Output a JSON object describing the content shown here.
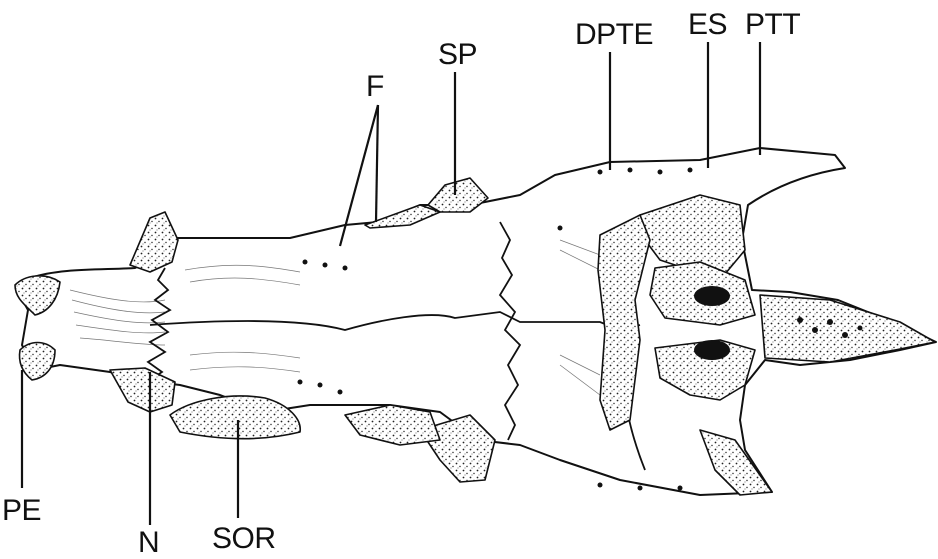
{
  "labels": {
    "f": "F",
    "sp": "SP",
    "dpte": "DPTE",
    "es": "ES",
    "ptt": "PTT",
    "pe": "PE",
    "n": "N",
    "sor": "SOR"
  },
  "colors": {
    "ink": "#111111",
    "background": "#ffffff"
  }
}
